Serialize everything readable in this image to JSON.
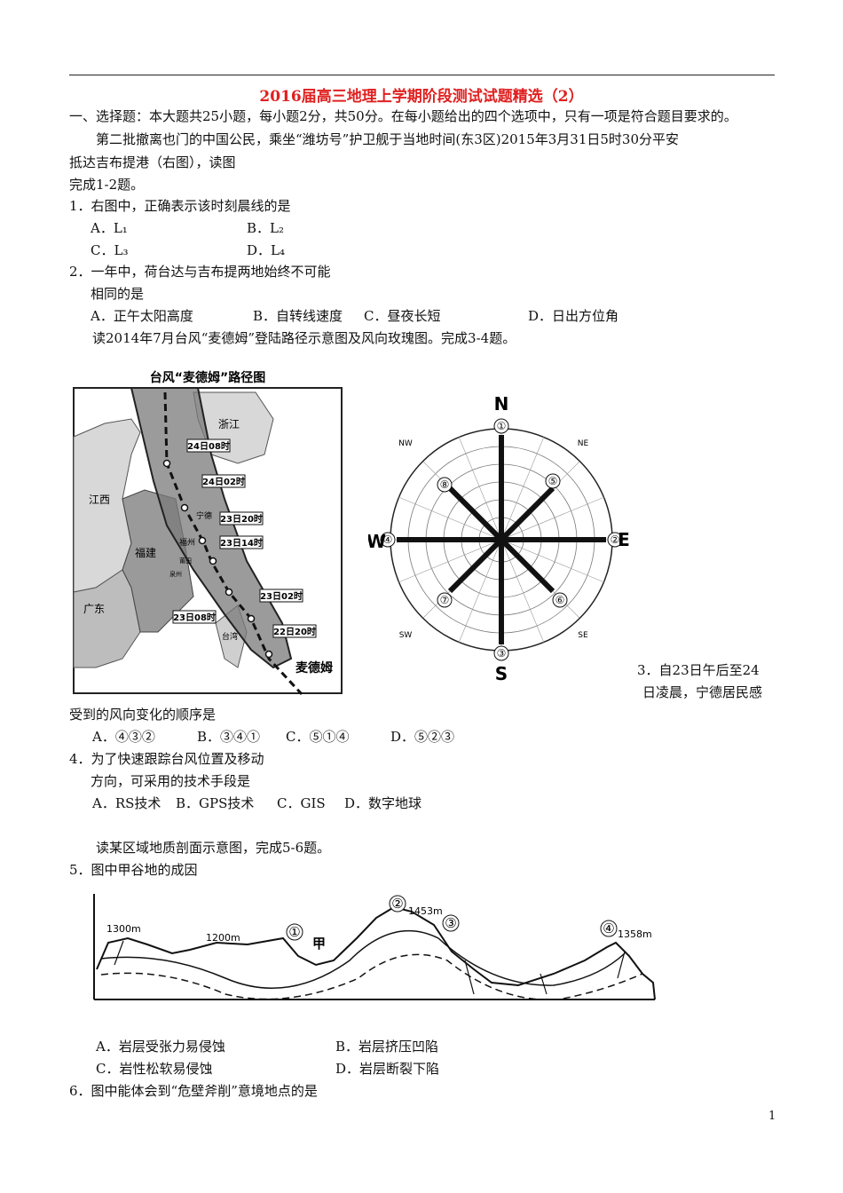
{
  "title": "2016届高三地理上学期阶段测试试题精选（2）",
  "section1": "一、选择题：本大题共25小题，每小题2分，共50分。在每小题给出的四个选项中，只有一项是符合题目要求的。",
  "intro1a": "第二批撤离也门的中国公民，乘坐“潍坊号”护卫舰于当地时间(东3区)2015年3月31日5时30分平安",
  "intro1b": "抵达吉布提港（右图），读图",
  "intro1c": "完成1-2题。",
  "q1": {
    "stem": "1．右图中，正确表示该时刻晨线的是",
    "a": "A．L₁",
    "b": "B．L₂",
    "c": "C．L₃",
    "d": "D．L₄"
  },
  "q2": {
    "stem1": "2．一年中，荷台达与吉布提两地始终不可能",
    "stem2": "相同的是",
    "a": "A．正午太阳高度",
    "b": "B．自转线速度",
    "c": "C．昼夜长短",
    "d": "D．日出方位角"
  },
  "intro3": "读2014年7月台风“麦德姆”登陆路径示意图及风向玫瑰图。完成3-4题。",
  "typhoon_map": {
    "title": "台风“麦德姆”路径图",
    "provinces": [
      "浙江",
      "江西",
      "福建",
      "广东",
      "台湾"
    ],
    "cities": [
      "宁德",
      "福州",
      "莆田",
      "泉州"
    ],
    "times": [
      "24日08时",
      "24日02时",
      "23日20时",
      "23日14时",
      "23日02时",
      "23日08时",
      "22日20时"
    ],
    "typhoon_name": "麦德姆"
  },
  "rose": {
    "directions": {
      "n": "N",
      "s": "S",
      "e": "E",
      "w": "W",
      "nw": "NW",
      "ne": "NE",
      "sw": "SW",
      "se": "SE"
    },
    "markers": [
      "①",
      "②",
      "③",
      "④",
      "⑤",
      "⑥",
      "⑦",
      "⑧"
    ]
  },
  "q3": {
    "stem1": "3．自23日午后至24",
    "stem2": "日凌晨，宁德居民感",
    "stem3": "受到的风向变化的顺序是",
    "a": "A．④③②",
    "b": "B．③④①",
    "c": "C．⑤①④",
    "d": "D．⑤②③"
  },
  "q4": {
    "stem1": "4．为了快速跟踪台风位置及移动",
    "stem2": "方向，可采用的技术手段是",
    "a": "A．RS技术",
    "b": "B．GPS技术",
    "c": "C．GIS",
    "d": "D．数字地球"
  },
  "intro5": "读某区域地质剖面示意图，完成5-6题。",
  "q5": {
    "stem": "5．图中甲谷地的成因",
    "a": "A．岩层受张力易侵蚀",
    "b": "B．岩层挤压凹陷",
    "c": "C．岩性松软易侵蚀",
    "d": "D．岩层断裂下陷"
  },
  "geo": {
    "h1": "1300m",
    "h2": "1200m",
    "h3": "1453m",
    "h4": "1358m",
    "jia": "甲",
    "m1": "①",
    "m2": "②",
    "m3": "③",
    "m4": "④"
  },
  "q6": {
    "stem": "6．图中能体会到“危壁斧削”意境地点的是"
  },
  "page_number": "1"
}
